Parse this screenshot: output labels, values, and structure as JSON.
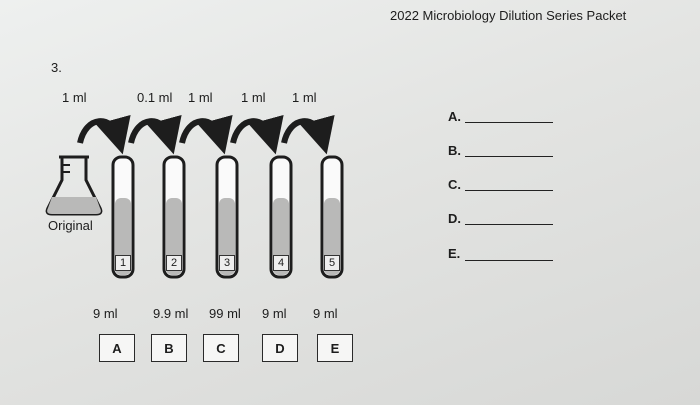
{
  "header": {
    "title": "2022 Microbiology Dilution Series Packet"
  },
  "question": {
    "number": "3."
  },
  "transfers": [
    "1 ml",
    "0.1 ml",
    "1 ml",
    "1 ml",
    "1 ml"
  ],
  "original_label": "Original",
  "tubes": [
    {
      "number": "1",
      "volume": "9 ml",
      "letter": "A"
    },
    {
      "number": "2",
      "volume": "9.9 ml",
      "letter": "B"
    },
    {
      "number": "3",
      "volume": "99 ml",
      "letter": "C"
    },
    {
      "number": "4",
      "volume": "9 ml",
      "letter": "D"
    },
    {
      "number": "5",
      "volume": "9 ml",
      "letter": "E"
    }
  ],
  "answers": [
    "A.",
    "B.",
    "C.",
    "D.",
    "E."
  ],
  "colors": {
    "liquid": "#b9b9b8",
    "ink": "#1d1d1d"
  }
}
